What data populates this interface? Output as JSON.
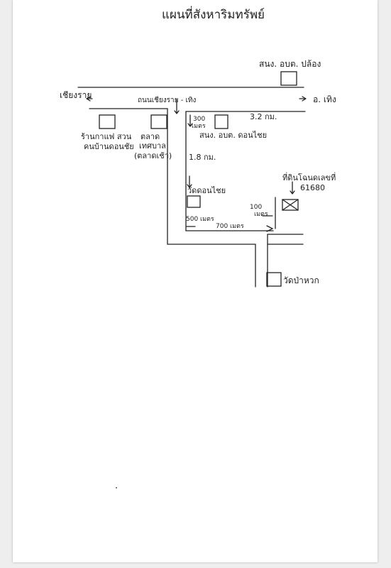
{
  "map": {
    "title": "แผนที่สังหาริมทรัพย์",
    "colors": {
      "paper": "#ffffff",
      "ink": "#222222",
      "background": "#eeeeee"
    },
    "labels": {
      "tambon_office": "สนง. อบต. ปล้อง",
      "left_destination": "เชียงราย",
      "main_road": "ถนนเชียงราย - เทิง",
      "right_destination": "อ. เทิง",
      "coffee_shop": "ร้านกาแฟ สวน คนบ้านดอนชัย",
      "market": "ตลาด เทศบาล (ตลาดเช้า)",
      "dist_300": "300 เมตร",
      "dist_3_2": "3.2 กม.",
      "land_office": "สนง. อบต. ดอนไชย",
      "dist_1_8": "1.8 กม.",
      "temple_donchai": "วัดดอนไชย",
      "property": "ที่ดินโฉนดเลขที่ 61680",
      "dist_100": "100 เมตร",
      "dist_500": "500 เมตร",
      "dist_700": "700 เมตร",
      "temple_pahuak": "วัดป่าหวก"
    }
  }
}
